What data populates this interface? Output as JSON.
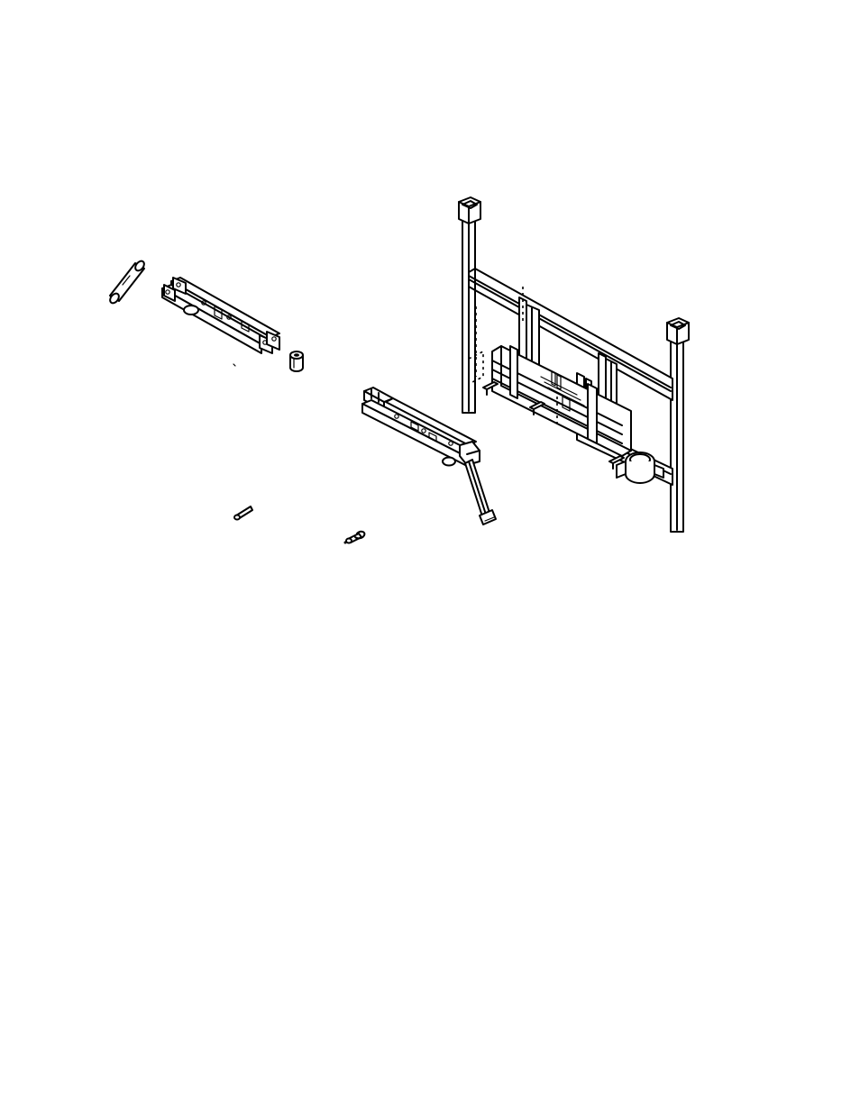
{
  "figure": {
    "kind": "exploded-assembly-drawing",
    "background_color": "#ffffff",
    "line_color": "#000000",
    "parts": [
      "roller-tube",
      "upper-arm-assembly",
      "spacer-bushing",
      "lower-arm-assembly",
      "support-strut",
      "pin-short",
      "pin-with-clip",
      "main-frame"
    ]
  }
}
